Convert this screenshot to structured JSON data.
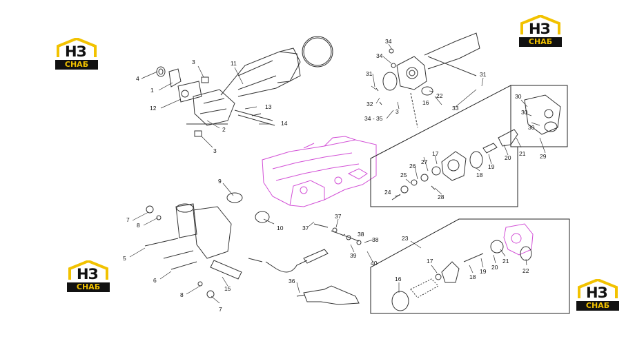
{
  "logo": {
    "letters": "НЗ",
    "caption": "СНАБ",
    "color": "#f2c200"
  },
  "callouts": [
    {
      "id": "c1",
      "text": "1"
    },
    {
      "id": "c2",
      "text": "2"
    },
    {
      "id": "c3a",
      "text": "3"
    },
    {
      "id": "c3b",
      "text": "3"
    },
    {
      "id": "c4",
      "text": "4"
    },
    {
      "id": "c5",
      "text": "5"
    },
    {
      "id": "c6",
      "text": "6"
    },
    {
      "id": "c7a",
      "text": "7"
    },
    {
      "id": "c7b",
      "text": "7"
    },
    {
      "id": "c8a",
      "text": "8"
    },
    {
      "id": "c8b",
      "text": "8"
    },
    {
      "id": "c9",
      "text": "9"
    },
    {
      "id": "c10",
      "text": "10"
    },
    {
      "id": "c11",
      "text": "11"
    },
    {
      "id": "c12",
      "text": "12"
    },
    {
      "id": "c13",
      "text": "13"
    },
    {
      "id": "c14",
      "text": "14"
    },
    {
      "id": "c15",
      "text": "15"
    },
    {
      "id": "c16a",
      "text": "16"
    },
    {
      "id": "c16b",
      "text": "16"
    },
    {
      "id": "c17a",
      "text": "17"
    },
    {
      "id": "c17b",
      "text": "17"
    },
    {
      "id": "c18a",
      "text": "18"
    },
    {
      "id": "c18b",
      "text": "18"
    },
    {
      "id": "c19a",
      "text": "19"
    },
    {
      "id": "c19b",
      "text": "19"
    },
    {
      "id": "c20a",
      "text": "20"
    },
    {
      "id": "c20b",
      "text": "20"
    },
    {
      "id": "c21a",
      "text": "21"
    },
    {
      "id": "c21b",
      "text": "21"
    },
    {
      "id": "c22a",
      "text": "22"
    },
    {
      "id": "c22b",
      "text": "22"
    },
    {
      "id": "c23",
      "text": "23"
    },
    {
      "id": "c24",
      "text": "24"
    },
    {
      "id": "c25",
      "text": "25"
    },
    {
      "id": "c26",
      "text": "26"
    },
    {
      "id": "c27",
      "text": "27"
    },
    {
      "id": "c28",
      "text": "28"
    },
    {
      "id": "c29",
      "text": "29"
    },
    {
      "id": "c30a",
      "text": "30"
    },
    {
      "id": "c30b",
      "text": "30"
    },
    {
      "id": "c31a",
      "text": "31"
    },
    {
      "id": "c31b",
      "text": "31"
    },
    {
      "id": "c32",
      "text": "32"
    },
    {
      "id": "c33",
      "text": "33"
    },
    {
      "id": "c34a",
      "text": "34"
    },
    {
      "id": "c34b",
      "text": "34"
    },
    {
      "id": "c3435",
      "text": "34 - 35"
    },
    {
      "id": "c3c",
      "text": "3"
    },
    {
      "id": "c36",
      "text": "36"
    },
    {
      "id": "c37a",
      "text": "37"
    },
    {
      "id": "c37b",
      "text": "37"
    },
    {
      "id": "c38a",
      "text": "38"
    },
    {
      "id": "c38b",
      "text": "38"
    },
    {
      "id": "c39",
      "text": "39"
    },
    {
      "id": "c40",
      "text": "40"
    }
  ],
  "colors": {
    "line": "#333333",
    "engine": "#d24fd6",
    "box": "#222222"
  }
}
